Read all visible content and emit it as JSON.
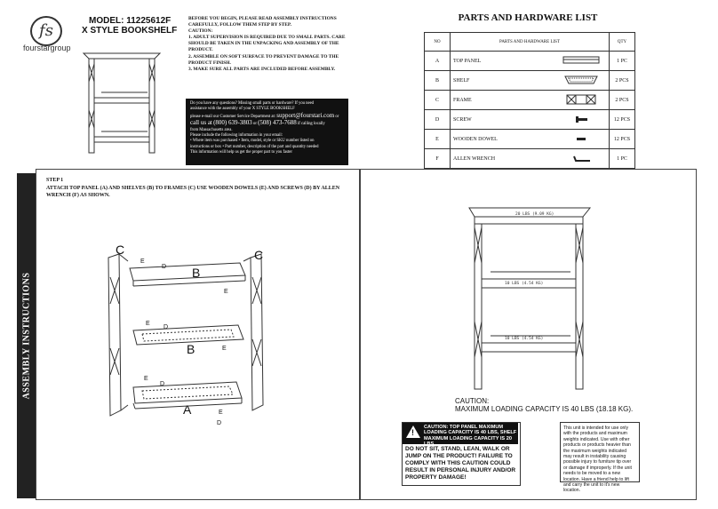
{
  "header": {
    "logo_glyph": "fs",
    "brand": "fourstargroup",
    "model": "MODEL: 11225612F",
    "product": "X STYLE BOOKSHELF"
  },
  "instructions": {
    "intro": "BEFORE YOU BEGIN, PLEASE READ ASSEMBLY INSTRUCTIONS CAREFULLY, FOLLOW THEM STEP BY STEP.",
    "caution_label": "CAUTION:",
    "items": [
      "1. ADULT SUPERVISION IS REQUIRED DUE TO SMALL PARTS. CARE SHOULD BE TAKEN IN THE UNPACKING AND ASSEMBLY OF THE PRODUCT.",
      "2. ASSEMBLE ON SOFT SURFACE TO PREVENT DAMAGE TO THE PRODUCT FINISH.",
      "3. MAKE SURE ALL PARTS ARE INCLUDED BEFORE ASSEMBLY."
    ]
  },
  "help": {
    "line1": "Do you have any questions?  Missing small parts or hardware? If you need",
    "line2": "assistance with the assembly of your X STYLE BOOKSHELF",
    "line3_pre": "please e-mail our Customer Service Department at:",
    "email": "support@fourstari.com",
    "line3_post": "or",
    "line4_pre": "call us at",
    "phone1": "(800) 639-3803",
    "line4_mid": "or",
    "phone2": "(508) 473-7688",
    "line4_post": "if calling locally",
    "line5": "from Massachusetts area.",
    "line6": "Please include the following information in your email:",
    "line7": "• Where item was purchased • Item, model, style or SKU number listed on",
    "line8": "instructions or box • Part number, description of the part and quantity needed",
    "line9": "This information will help us get the proper part to you faster"
  },
  "parts": {
    "title": "PARTS AND HARDWARE LIST",
    "headers": [
      "NO",
      "PARTS AND HARDWARE LIST",
      "QTY"
    ],
    "rows": [
      {
        "no": "A",
        "name": "TOP PANEL",
        "qty": "1 PC",
        "icon": "panel-icon"
      },
      {
        "no": "B",
        "name": "SHELF",
        "qty": "2 PCS",
        "icon": "shelf-icon"
      },
      {
        "no": "C",
        "name": "FRAME",
        "qty": "2 PCS",
        "icon": "frame-icon"
      },
      {
        "no": "D",
        "name": "SCREW",
        "qty": "12 PCS",
        "icon": "screw-icon"
      },
      {
        "no": "E",
        "name": "WOODEN DOWEL",
        "qty": "12 PCS",
        "icon": "dowel-icon"
      },
      {
        "no": "F",
        "name": "ALLEN WRENCH",
        "qty": "1 PC",
        "icon": "wrench-icon"
      }
    ]
  },
  "side_label": "ASSEMBLY INSTRUCTIONS",
  "step": {
    "title": "STEP 1",
    "description": "ATTACH TOP PANEL (A) AND SHELVES (B) TO FRAMES (C) USE WOODEN DOWELS (E) AND SCREWS (D) BY ALLEN WRENCH (F) AS SHOWN."
  },
  "diagram_labels": {
    "a": "A",
    "b": "B",
    "c": "C",
    "d": "D",
    "e": "E"
  },
  "capacity": {
    "top": "20 LBS (9.09 KG)",
    "shelf1": "10 LBS (4.54 KG)",
    "shelf2": "10 LBS (4.54 KG)",
    "caution": "CAUTION:",
    "max": "MAXIMUM LOADING CAPACITY IS 40 LBS (18.18 KG)."
  },
  "warning": {
    "head1": "CAUTION: TOP PANEL MAXIMUM",
    "head2": "LOADING CAPACITY IS 40 LBS, SHELF",
    "head3": "MAXIMUM LOADING CAPACITY IS 20 LBS",
    "body": "DO NOT SIT, STAND, LEAN, WALK OR JUMP ON THE PRODUCT! FAILURE TO COMPLY WITH THIS CAUTION COULD RESULT IN PERSONAL INJURY AND/OR PROPERTY DAMAGE!"
  },
  "note": "This unit is intended for use only with the products and maximum weights indicated. Use with other products or products heavier than the maximum weights indicated may result in instability causing possible injury to furniture tip over or damage if improperly. If the unit needs to be moved to a new location. Have a friend help to lift and carry the unit to it's new location."
}
